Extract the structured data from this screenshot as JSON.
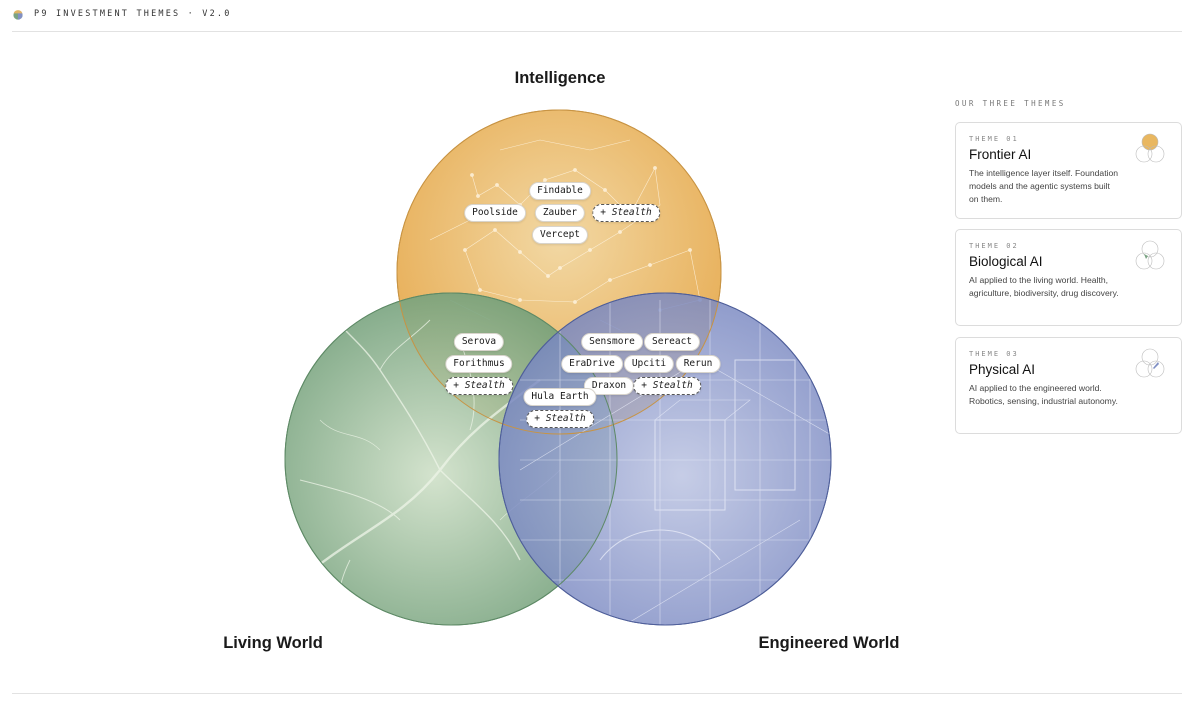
{
  "header": {
    "title": "P9 INVESTMENT THEMES · V2.0",
    "logo_icon": "venn-logo-icon"
  },
  "diagram": {
    "type": "venn",
    "sets": {
      "intelligence": {
        "label": "Intelligence",
        "color": "#ebb25a"
      },
      "living": {
        "label": "Living World",
        "color": "#73a07a"
      },
      "engineered": {
        "label": "Engineered World",
        "color": "#7f8fc4"
      }
    },
    "regions": [
      {
        "id": "intelligence-only",
        "companies": [
          {
            "name": "Findable"
          },
          {
            "name": "Poolside"
          },
          {
            "name": "Zauber"
          },
          {
            "name": "Stealth",
            "stealth": true
          },
          {
            "name": "Vercept"
          }
        ]
      },
      {
        "id": "intelligence-living",
        "companies": [
          {
            "name": "Serova"
          },
          {
            "name": "Forithmus"
          },
          {
            "name": "Stealth",
            "stealth": true
          }
        ]
      },
      {
        "id": "intelligence-engineered",
        "companies": [
          {
            "name": "Sensmore"
          },
          {
            "name": "Sereact"
          },
          {
            "name": "EraDrive"
          },
          {
            "name": "Upciti"
          },
          {
            "name": "Rerun"
          },
          {
            "name": "Draxon"
          },
          {
            "name": "Stealth",
            "stealth": true
          }
        ]
      },
      {
        "id": "all-three",
        "companies": [
          {
            "name": "Hula Earth"
          },
          {
            "name": "Stealth",
            "stealth": true
          }
        ]
      }
    ]
  },
  "sidebar": {
    "heading": "OUR THREE THEMES",
    "themes": [
      {
        "number": "THEME 01",
        "name": "Frontier AI",
        "description": "The intelligence layer itself. Foundation models and the agentic systems built on them.",
        "icon": "venn-intelligence-icon",
        "highlight_color": "#e9b760"
      },
      {
        "number": "THEME 02",
        "name": "Biological AI",
        "description": "AI applied to the living world. Health, agriculture, biodiversity, drug discovery.",
        "icon": "venn-living-icon",
        "highlight_color": "#7aa383"
      },
      {
        "number": "THEME 03",
        "name": "Physical AI",
        "description": "AI applied to the engineered world. Robotics, sensing, industrial autonomy.",
        "icon": "venn-engineered-icon",
        "highlight_color": "#7f8fc4"
      }
    ]
  }
}
